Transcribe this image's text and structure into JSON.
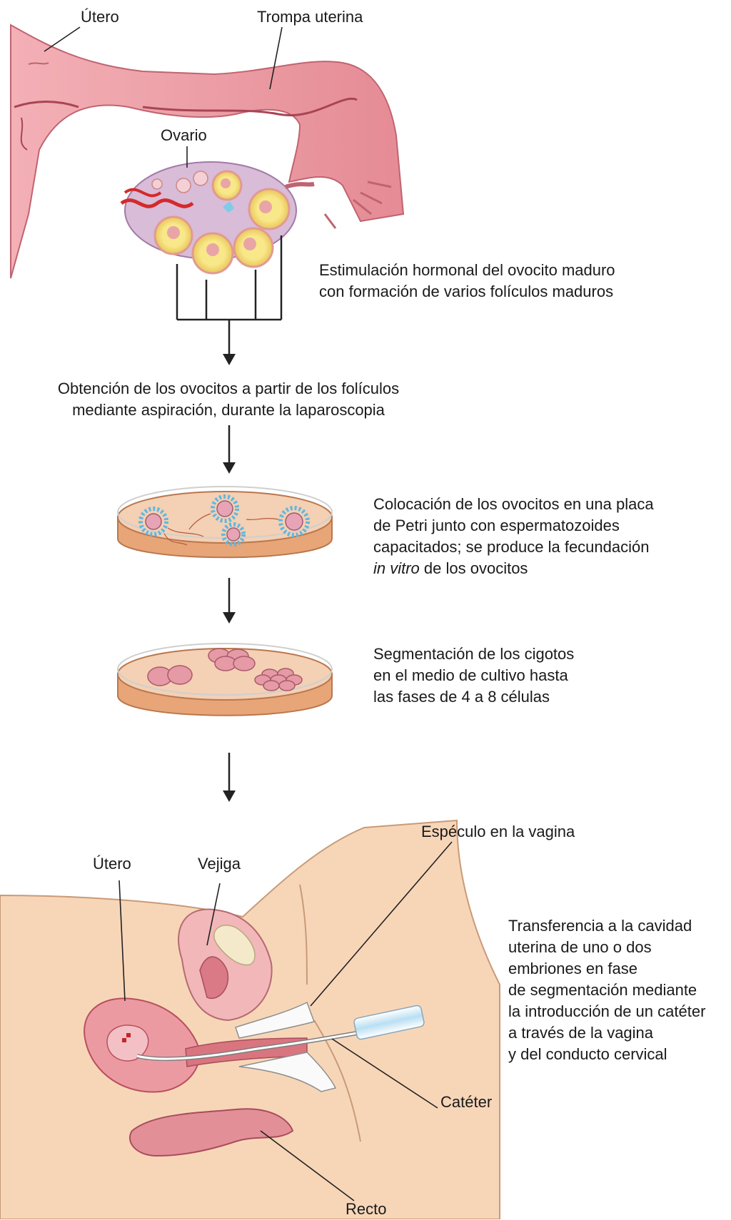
{
  "labels": {
    "utero_top": "Útero",
    "trompa": "Trompa uterina",
    "ovario": "Ovario",
    "especulo": "Espéculo en la vagina",
    "utero_bottom": "Útero",
    "vejiga": "Vejiga",
    "cateter": "Catéter",
    "recto": "Recto"
  },
  "steps": {
    "stimulation": [
      "Estimulación hormonal del ovocito maduro",
      "con formación de varios folículos maduros"
    ],
    "retrieval": [
      "Obtención de los ovocitos a partir de los folículos",
      "mediante aspiración, durante la laparoscopia"
    ],
    "fertilization": {
      "lines": [
        "Colocación de los ovocitos en una placa",
        "de Petri junto con espermatozoides",
        "capacitados; se produce la fecundación"
      ],
      "italic": "in vitro",
      "last_rest": " de los ovocitos"
    },
    "cleavage": [
      "Segmentación de los cigotos",
      "en el medio de cultivo hasta",
      "las fases de 4 a 8 células"
    ],
    "transfer": [
      "Transferencia a la cavidad",
      "uterina de uno o dos",
      "embriones en fase",
      "de segmentación mediante",
      "la introducción de un catéter",
      "a través de la vagina",
      "y del conducto cervical"
    ]
  },
  "colors": {
    "uterus": "#e7919a",
    "uterus_dark": "#b8505e",
    "ovary": "#d9b8d6",
    "follicle": "#f6e27a",
    "dish_rim": "#e0a174",
    "medium": "#f2c7a6",
    "skin": "#f6d2b2",
    "oocyte_halo": "#5fb7e0"
  }
}
